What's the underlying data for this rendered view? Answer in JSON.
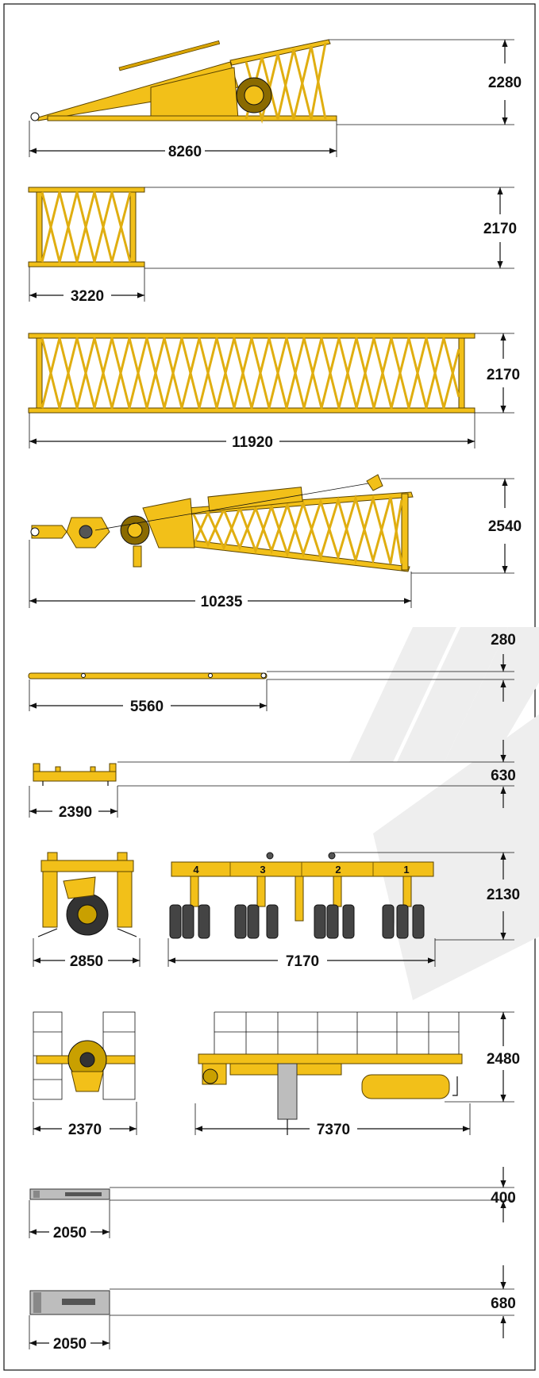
{
  "components": [
    {
      "id": "boom-pivot-section",
      "dimensions": {
        "length": "8260",
        "height": "2280"
      }
    },
    {
      "id": "lattice-section-short",
      "dimensions": {
        "length": "3220",
        "height": "2170"
      }
    },
    {
      "id": "lattice-section-long",
      "dimensions": {
        "length": "11920",
        "height": "2170"
      }
    },
    {
      "id": "boom-head-section",
      "dimensions": {
        "length": "10235",
        "height": "2540"
      }
    },
    {
      "id": "flat-beam",
      "dimensions": {
        "length": "5560",
        "height": "280"
      }
    },
    {
      "id": "short-beam",
      "dimensions": {
        "length": "2390",
        "height": "630"
      }
    },
    {
      "id": "dolly-trolley",
      "dimensions": {
        "width": "2850",
        "length": "7170",
        "height": "2130"
      },
      "wheel_numbers": [
        "4",
        "3",
        "2",
        "1"
      ]
    },
    {
      "id": "carriage-frame",
      "dimensions": {
        "width": "2370",
        "length": "7370",
        "height": "2480"
      }
    },
    {
      "id": "ballast-plate-thin",
      "dimensions": {
        "length": "2050",
        "height": "400"
      }
    },
    {
      "id": "ballast-plate-thick",
      "dimensions": {
        "length": "2050",
        "height": "680"
      }
    }
  ],
  "colors": {
    "yellow": "#f2c019",
    "outline": "#5a4300",
    "line": "#111111",
    "frame": "#111111",
    "watermark": "#eeeeee"
  }
}
